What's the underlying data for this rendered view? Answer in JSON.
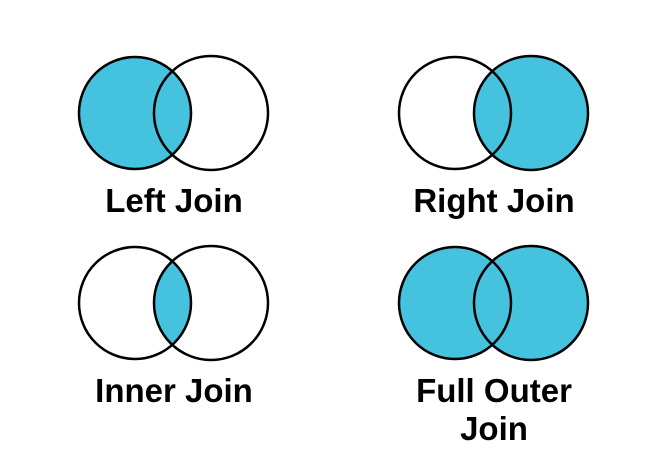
{
  "page": {
    "background": "#ffffff",
    "description": "Four Venn diagrams illustrating SQL join types"
  },
  "colors": {
    "highlight": "#45C2DD",
    "unfilled": "#ffffff",
    "circle_outline": "#000000",
    "label_text": "#000000"
  },
  "diagrams": [
    {
      "id": "left-join",
      "label": "Left Join",
      "regions": {
        "left": true,
        "intersection": true,
        "right": false
      }
    },
    {
      "id": "right-join",
      "label": "Right Join",
      "regions": {
        "left": false,
        "intersection": true,
        "right": true
      }
    },
    {
      "id": "inner-join",
      "label": "Inner Join",
      "regions": {
        "left": false,
        "intersection": true,
        "right": false
      }
    },
    {
      "id": "full-outer-join",
      "label": "Full Outer Join",
      "regions": {
        "left": true,
        "intersection": true,
        "right": true
      }
    }
  ]
}
